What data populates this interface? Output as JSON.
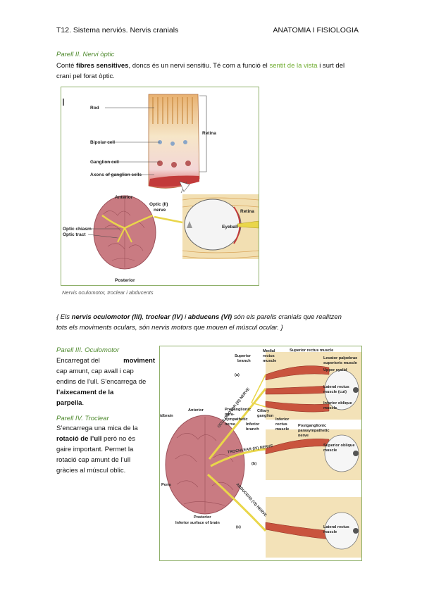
{
  "header": {
    "left": "T12. Sistema nerviós. Nervis cranials",
    "right": "ANATOMIA I FISIOLOGIA"
  },
  "section2": {
    "title": "Parell II. Nervi òptic",
    "text_a": "Conté ",
    "text_b": "fibres sensitives",
    "text_c": ", doncs és un nervi sensitiu. Té com a funció el ",
    "text_d": "sentit de la vista",
    "text_e": " i surt del",
    "line2": "crani pel forat òptic."
  },
  "figure1": {
    "labels": {
      "rod": "Rod",
      "retina": "Retina",
      "bipolar": "Bipolar cell",
      "ganglion": "Ganglion cell",
      "axons": "Axons of ganglion cells",
      "anterior": "Anterior",
      "optic_nerve_1": "Optic (II)",
      "optic_nerve_2": "nerve",
      "retina2": "Retina",
      "chiasm": "Optic chiasm",
      "tract": "Optic tract",
      "eyeball": "Eyeball",
      "posterior": "Posterior"
    },
    "caption": "Nervis oculomotor, troclear i abducents"
  },
  "intro": {
    "line1_a": "{ Els ",
    "line1_b": "nervis oculomotor (III)",
    "line1_c": ", ",
    "line1_d": "troclear (IV)",
    "line1_e": " i ",
    "line1_f": "abducens (VI)",
    "line1_g": " són els parells cranials que realitzen",
    "line2": "tots els moviments oculars, són nervis motors que mouen el múscul ocular. }"
  },
  "section3": {
    "title": "Parell III. Oculomotor",
    "l1a": "Encarregat del ",
    "l1b": "moviment",
    "l2": "cap amunt, cap avall i cap",
    "l3": "endins de l’ull. S’encarrega de",
    "l4a": "l’aixecament de la",
    "l5a": "parpella",
    "l5b": "."
  },
  "section4": {
    "title": "Parell IV. Troclear",
    "l1": "S’encarrega una mica de la",
    "l2a": "rotació de l’ull",
    "l2b": " però no és",
    "l3": "gaire important. Permet la",
    "l4": "rotació cap amunt de l’ull",
    "l5": "gràcies al múscul oblic."
  },
  "figure2": {
    "labels": {
      "superior_branch_1": "Superior",
      "superior_branch_2": "branch",
      "medial_1": "Medial",
      "medial_2": "rectus",
      "medial_3": "muscle",
      "sup_rectus": "Superior rectus muscle",
      "levator_1": "Levator palpebrae",
      "levator_2": "superioris muscle",
      "upper_eyelid": "Upper eyelid",
      "lat_rectus_cut_1": "Lateral rectus",
      "lat_rectus_cut_2": "muscle (cut)",
      "inf_oblique_1": "Inferior oblique",
      "inf_oblique_2": "muscle",
      "a": "(a)",
      "b": "(b)",
      "c": "(c)",
      "anterior": "Anterior",
      "midbrain": "idbrain",
      "preg_1": "Preganglionic",
      "preg_2": "para-",
      "preg_3": "sympathetic",
      "preg_4": "nerve",
      "ciliary_1": "Ciliary",
      "ciliary_2": "ganglion",
      "inf_branch_1": "Inferior",
      "inf_branch_2": "branch",
      "inf_rectus_1": "Inferior",
      "inf_rectus_2": "rectus",
      "inf_rectus_3": "muscle",
      "postg_1": "Postganglionic",
      "postg_2": "parasympathetic",
      "postg_3": "nerve",
      "sup_oblique_1": "Superior oblique",
      "sup_oblique_2": "muscle",
      "pons": "Pons",
      "posterior": "Posterior",
      "inf_surface": "Inferior surface of brain",
      "lat_rectus_1": "Lateral rectus",
      "lat_rectus_2": "muscle",
      "n_oculo": "OCULOMOTOR (III) NERVE",
      "n_troch": "TROCHLEAR (IV) NERVE",
      "n_abd": "ABDUCENS (VI) NERVE"
    }
  },
  "colors": {
    "accent_green": "#6fac2f",
    "title_green": "#4f8a2e",
    "nerve_yellow": "#e9d64a",
    "brain_pink": "#c97b82"
  }
}
